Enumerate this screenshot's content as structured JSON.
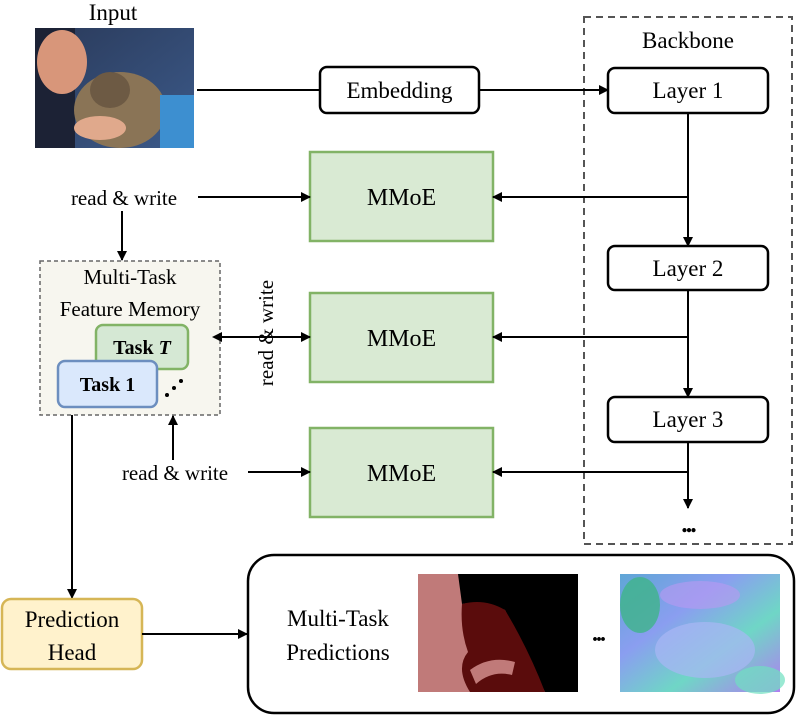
{
  "input": {
    "label": "Input"
  },
  "embedding": {
    "label": "Embedding"
  },
  "backbone": {
    "title": "Backbone",
    "layers": [
      "Layer 1",
      "Layer 2",
      "Layer 3"
    ],
    "continuation": "..."
  },
  "mmoe": {
    "labels": [
      "MMoE",
      "MMoE",
      "MMoE"
    ]
  },
  "memory": {
    "title_line1": "Multi-Task",
    "title_line2": "Feature Memory",
    "task_first": "Task 1",
    "task_last_prefix": "Task ",
    "task_last_var": "T"
  },
  "read_write": {
    "top": "read & write",
    "middle": "read & write",
    "bottom": "read & write"
  },
  "prediction_head": {
    "line1": "Prediction",
    "line2": "Head"
  },
  "predictions": {
    "line1": "Multi-Task",
    "line2": "Predictions",
    "ellipsis": "..."
  },
  "colors": {
    "mmoe_fill": "#d9ead3",
    "mmoe_stroke": "#82b366",
    "task_t_fill": "#d5e8d4",
    "task_1_fill": "#dae8fc",
    "task_1_stroke": "#6c8ebf",
    "memory_fill": "#f7f6ef",
    "head_fill": "#fff2cc",
    "head_stroke": "#d6b656",
    "seg_pink": "#c07a79",
    "seg_dark": "#5a0c0c",
    "seg_black": "#000000"
  }
}
